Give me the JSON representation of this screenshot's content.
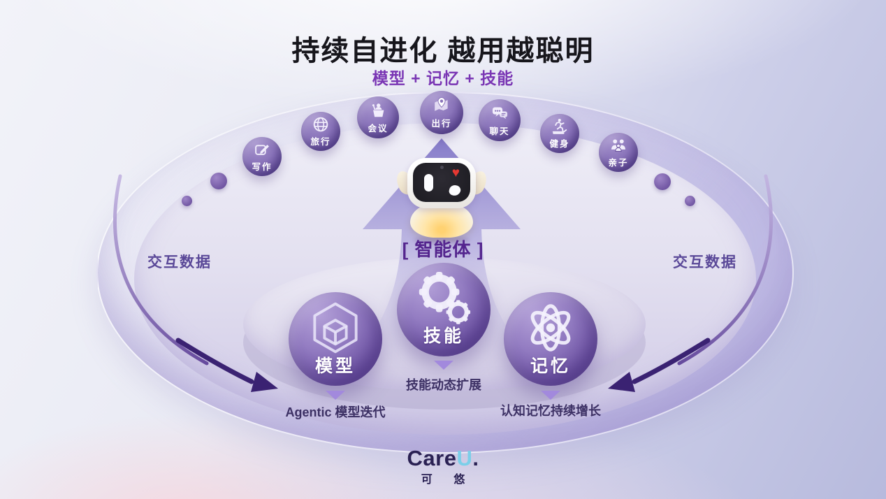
{
  "header": {
    "title": "持续自进化 越用越聪明",
    "subtitle": "模型 + 记忆 + 技能"
  },
  "apps": [
    {
      "label": "写作",
      "icon": "pencil-note-icon"
    },
    {
      "label": "旅行",
      "icon": "globe-icon"
    },
    {
      "label": "会议",
      "icon": "podium-speaker-icon"
    },
    {
      "label": "出行",
      "icon": "map-pin-icon"
    },
    {
      "label": "聊天",
      "icon": "chat-bubbles-icon"
    },
    {
      "label": "健身",
      "icon": "treadmill-runner-icon"
    },
    {
      "label": "亲子",
      "icon": "family-icon"
    }
  ],
  "agent": {
    "label": "[ 智能体 ]",
    "heart_glyph": "♥"
  },
  "cores": [
    {
      "label": "模型",
      "icon": "hexagon-cube-icon",
      "caption": "Agentic 模型迭代"
    },
    {
      "label": "技能",
      "icon": "gears-icon",
      "caption": "技能动态扩展"
    },
    {
      "label": "记忆",
      "icon": "atom-icon",
      "caption": "认知记忆持续增长"
    }
  ],
  "side_labels": {
    "left": "交互数据",
    "right": "交互数据"
  },
  "footer": {
    "brand_care": "Care",
    "brand_u": "U",
    "brand_dot": ".",
    "brand_cn": "可 悠"
  },
  "colors": {
    "subtitle_purple": "#7a36b4",
    "agent_label_purple": "#54258e",
    "caption_indigo": "#3c3064",
    "side_label_purple": "#5a4898",
    "sphere_purple": "#6a4fa0",
    "flow_arrow_dark": "#3a2272",
    "brand_navy": "#2a2153",
    "brand_cyan": "#7bcfe9",
    "background_lavender": "#b8bade"
  }
}
